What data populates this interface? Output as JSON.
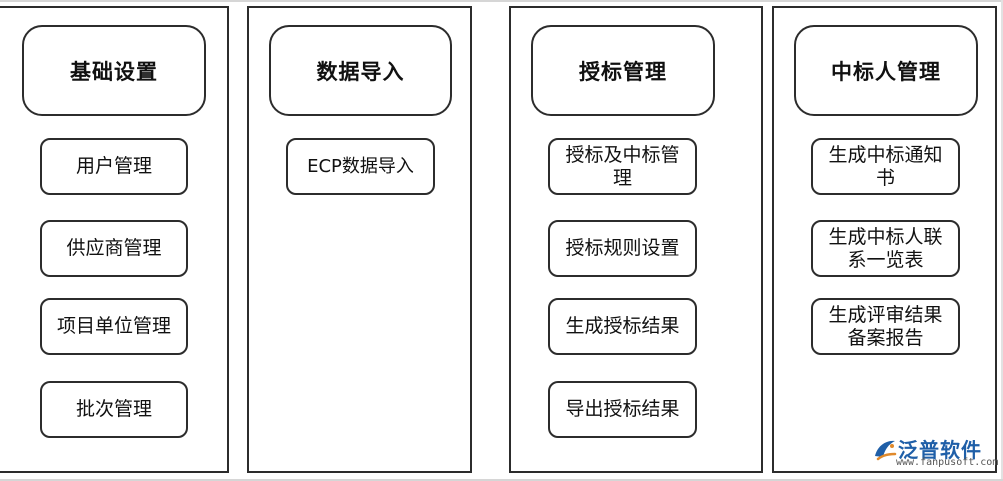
{
  "columns": [
    {
      "title": "基础设置",
      "items": [
        [
          "用户管理"
        ],
        [
          "供应商管理"
        ],
        [
          "项目单位管理"
        ],
        [
          "批次管理"
        ]
      ]
    },
    {
      "title": "数据导入",
      "items": [
        [
          "ECP数据导入"
        ]
      ]
    },
    {
      "title": "授标管理",
      "items": [
        [
          "授标及中标管",
          "理"
        ],
        [
          "授标规则设置"
        ],
        [
          "生成授标结果"
        ],
        [
          "导出授标结果"
        ]
      ]
    },
    {
      "title": "中标人管理",
      "items": [
        [
          "生成中标通知",
          "书"
        ],
        [
          "生成中标人联",
          "系一览表"
        ],
        [
          "生成评审结果",
          "备案报告"
        ]
      ]
    }
  ],
  "logo": {
    "name": "泛普软件",
    "url": "www.fanpusoft.com",
    "icon": "fanpu-logo-icon",
    "color": "#1f5fa8"
  }
}
